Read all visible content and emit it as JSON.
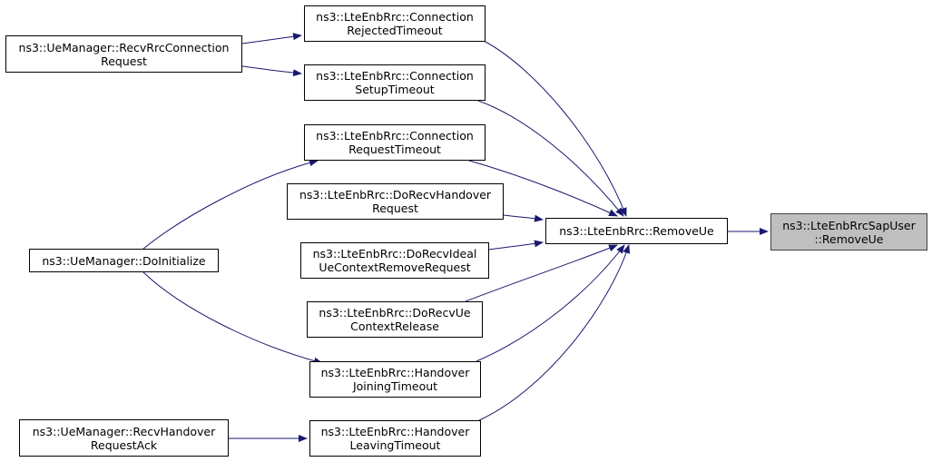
{
  "diagram": {
    "colors": {
      "edge": "#191970",
      "node_border": "#000000",
      "node_fill": "#ffffff",
      "current_fill": "#bfbfbf"
    },
    "nodes": [
      {
        "id": "target",
        "line1": "ns3::LteEnbRrcSapUser",
        "line2": "::RemoveUe",
        "current": true
      },
      {
        "id": "remove",
        "line1": "ns3::LteEnbRrc::RemoveUe",
        "line2": ""
      },
      {
        "id": "rejected",
        "line1": "ns3::LteEnbRrc::Connection",
        "line2": "RejectedTimeout"
      },
      {
        "id": "setup",
        "line1": "ns3::LteEnbRrc::Connection",
        "line2": "SetupTimeout"
      },
      {
        "id": "reqto",
        "line1": "ns3::LteEnbRrc::Connection",
        "line2": "RequestTimeout"
      },
      {
        "id": "dorecvho",
        "line1": "ns3::LteEnbRrc::DoRecvHandover",
        "line2": "Request"
      },
      {
        "id": "ideal",
        "line1": "ns3::LteEnbRrc::DoRecvIdeal",
        "line2": "UeContextRemoveRequest"
      },
      {
        "id": "ctxrel",
        "line1": "ns3::LteEnbRrc::DoRecvUe",
        "line2": "ContextRelease"
      },
      {
        "id": "joining",
        "line1": "ns3::LteEnbRrc::Handover",
        "line2": "JoiningTimeout"
      },
      {
        "id": "leaving",
        "line1": "ns3::LteEnbRrc::Handover",
        "line2": "LeavingTimeout"
      },
      {
        "id": "recvrrc",
        "line1": "ns3::UeManager::RecvRrcConnection",
        "line2": "Request"
      },
      {
        "id": "doinit",
        "line1": "ns3::UeManager::DoInitialize",
        "line2": ""
      },
      {
        "id": "recvhoack",
        "line1": "ns3::UeManager::RecvHandover",
        "line2": "RequestAck"
      }
    ],
    "edges": [
      {
        "from": "remove",
        "to": "target"
      },
      {
        "from": "rejected",
        "to": "remove"
      },
      {
        "from": "setup",
        "to": "remove"
      },
      {
        "from": "reqto",
        "to": "remove"
      },
      {
        "from": "dorecvho",
        "to": "remove"
      },
      {
        "from": "ideal",
        "to": "remove"
      },
      {
        "from": "ctxrel",
        "to": "remove"
      },
      {
        "from": "joining",
        "to": "remove"
      },
      {
        "from": "leaving",
        "to": "remove"
      },
      {
        "from": "recvrrc",
        "to": "rejected"
      },
      {
        "from": "recvrrc",
        "to": "setup"
      },
      {
        "from": "doinit",
        "to": "reqto"
      },
      {
        "from": "doinit",
        "to": "joining"
      },
      {
        "from": "recvhoack",
        "to": "leaving"
      }
    ]
  }
}
